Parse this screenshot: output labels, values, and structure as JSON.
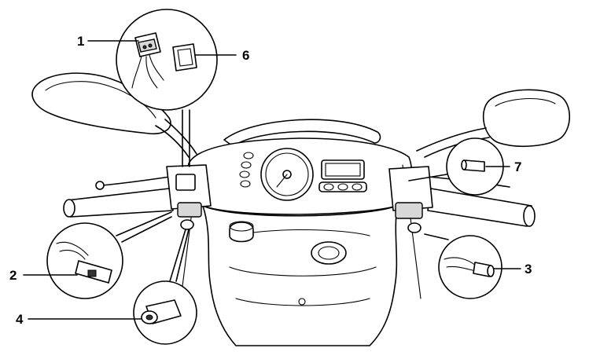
{
  "callouts": [
    {
      "id": "1",
      "label": "1"
    },
    {
      "id": "2",
      "label": "2"
    },
    {
      "id": "3",
      "label": "3"
    },
    {
      "id": "4",
      "label": "4"
    },
    {
      "id": "6",
      "label": "6"
    },
    {
      "id": "7",
      "label": "7"
    }
  ]
}
